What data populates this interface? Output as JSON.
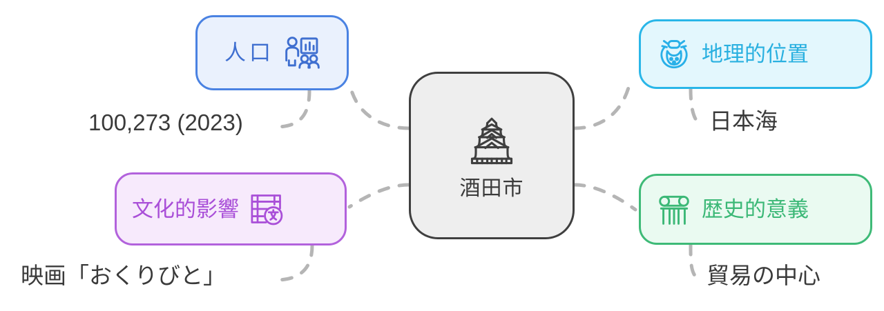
{
  "diagram": {
    "type": "mind-map",
    "title": "酒田市",
    "background_color": "#ffffff",
    "connector_color": "#b5b5b5",
    "connector_style": "dashed-curve"
  },
  "center": {
    "label": "酒田市",
    "icon": "castle-icon",
    "fill_color": "#eeeeee",
    "border_color": "#3f3f3f",
    "text_color": "#3a3a3a"
  },
  "branches": [
    {
      "id": "population",
      "label": "人口",
      "icon": "presentation-people-icon",
      "border_color": "#4a82e2",
      "fill_color": "#eaf1fd",
      "text_color": "#3f6fd0",
      "leaf": "100,273 (2023)"
    },
    {
      "id": "geography",
      "label": "地理的位置",
      "icon": "namahage-mask-icon",
      "border_color": "#29b6e8",
      "fill_color": "#e3f7fd",
      "text_color": "#29b0e0",
      "leaf": "日本海"
    },
    {
      "id": "culture",
      "label": "文化的影響",
      "icon": "film-strip-subtitle-icon",
      "border_color": "#b262dc",
      "fill_color": "#f7eafc",
      "text_color": "#a94fd8",
      "leaf": "映画「おくりびと」"
    },
    {
      "id": "history",
      "label": "歴史的意義",
      "icon": "classical-column-icon",
      "border_color": "#3eba77",
      "fill_color": "#eafaf1",
      "text_color": "#3cb877",
      "leaf": "貿易の中心"
    }
  ]
}
